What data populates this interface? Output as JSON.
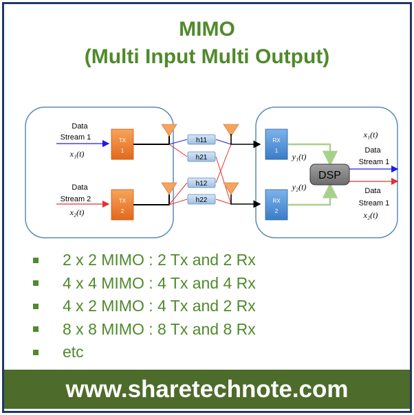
{
  "title": {
    "line1": "MIMO",
    "line2": "(Multi Input Multi Output)"
  },
  "diagram": {
    "tx_left": {
      "stream1": {
        "line1": "Data",
        "line2": "Stream 1",
        "symbol": "x₁(t)"
      },
      "stream2": {
        "line1": "Data",
        "line2": "Stream 2",
        "symbol": "x₂(t)"
      }
    },
    "tx_blocks": [
      {
        "line1": "TX",
        "line2": "1"
      },
      {
        "line1": "TX",
        "line2": "2"
      }
    ],
    "channels": [
      "h11",
      "h21",
      "h12",
      "h22"
    ],
    "rx_blocks": [
      {
        "line1": "RX",
        "line2": "1"
      },
      {
        "line1": "RX",
        "line2": "2"
      }
    ],
    "rx_signals": [
      "y₁(t)",
      "y₂(t)"
    ],
    "dsp_label": "DSP",
    "rx_out": {
      "stream1": {
        "symbol": "x₁(t)",
        "line1": "Data",
        "line2": "Stream 1"
      },
      "stream2": {
        "line1": "Data",
        "line2": "Stream 1",
        "symbol": "x₂(t)"
      }
    },
    "colors": {
      "tx_block": "#f07d2a",
      "rx_block": "#4a8fd4",
      "channel_box": "#a9c6e8",
      "antenna": "#f4a460",
      "stream1_arrow": "#1a1aee",
      "stream2_arrow": "#e53030",
      "dsp": "#808080",
      "feed_arrow": "#a8d08d"
    }
  },
  "bullets": [
    "2 x 2 MIMO : 2 Tx and 2 Rx",
    "4 x 4 MIMO : 4 Tx and 4 Rx",
    "4 x 2 MIMO : 4 Tx and 2 Rx",
    "8 x 8 MIMO : 8 Tx and 8 Rx",
    "etc"
  ],
  "footer": "www.sharetechnote.com",
  "theme": {
    "accent": "#4f8a2b",
    "footer_bg": "#4d6b2a",
    "border": "#1f3864"
  }
}
